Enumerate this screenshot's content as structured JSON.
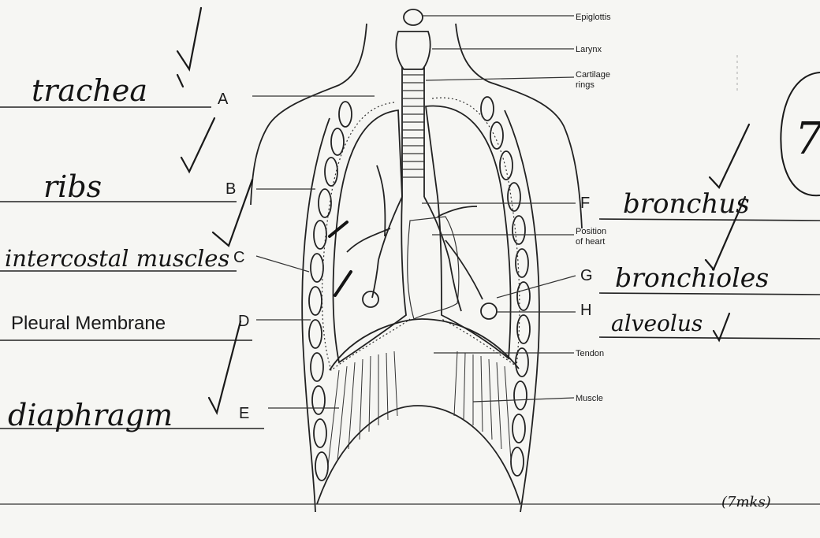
{
  "diagram": {
    "printed_labels": {
      "epiglottis": "Epiglottis",
      "larynx": "Larynx",
      "cartilage_rings_1": "Cartilage",
      "cartilage_rings_2": "rings",
      "position_of_heart_1": "Position",
      "position_of_heart_2": "of heart",
      "tendon": "Tendon",
      "muscle": "Muscle"
    },
    "letters": {
      "a": "A",
      "b": "B",
      "c": "C",
      "d": "D",
      "e": "E",
      "f": "F",
      "g": "G",
      "h": "H"
    },
    "answers": {
      "a": "trachea",
      "b": "ribs",
      "c": "intercostal muscles",
      "d": "Pleural Membrane",
      "e": "diaphragm",
      "f": "bronchus",
      "g": "bronchioles",
      "h": "alveolus"
    },
    "marks": "(7mks)",
    "score": "7"
  },
  "colors": {
    "paper": "#f6f6f3",
    "ink": "#141414",
    "red_mark": "#222222"
  }
}
